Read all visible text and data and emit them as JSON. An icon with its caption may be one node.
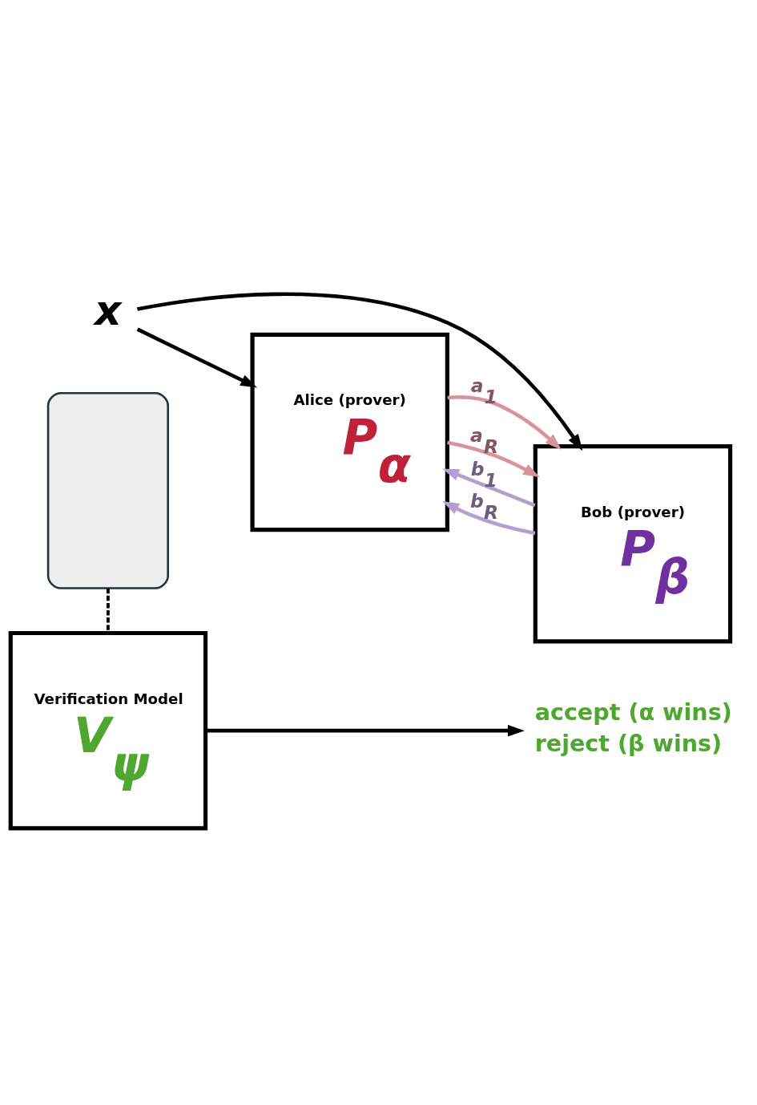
{
  "diagram": {
    "nodes": [
      {
        "text": [
          "x"
        ]
      },
      {
        "text": [
          "Alice (prover)",
          "P$_{α}$"
        ]
      },
      {
        "text": [],
        "shape": "box"
      },
      {
        "text": [
          "Bob (prover)",
          "P$_{β}$"
        ]
      },
      {
        "text": [
          "Verification Model",
          "V$_{ψ}$"
        ]
      },
      {
        "text": [
          "accept (α wins)",
          "reject (β wins)"
        ]
      }
    ],
    "edges": [
      {
        "from": 0,
        "to": 1,
        "arrow": "to"
      },
      {
        "from": 0,
        "to": 3,
        "arrow": "to"
      },
      {
        "from": 1,
        "to": 3,
        "arrow": "to",
        "label": "a$_{1}$",
        "color": "#d9939d"
      },
      {
        "from": 3,
        "to": 1,
        "arrow": "to",
        "label": "b$_{1}$",
        "color": "#b49fd0"
      },
      {
        "from": 1,
        "to": 3,
        "arrow": "to",
        "label": "a$_{R}$",
        "color": "#d9939d"
      },
      {
        "from": 3,
        "to": 1,
        "arrow": "to",
        "label": "b$_{R}$",
        "color": "#b49fd0"
      },
      {
        "from": 2,
        "to": 4,
        "arrow": "none",
        "style": "dashed"
      },
      {
        "from": 4,
        "to": 5,
        "arrow": "to"
      }
    ]
  }
}
